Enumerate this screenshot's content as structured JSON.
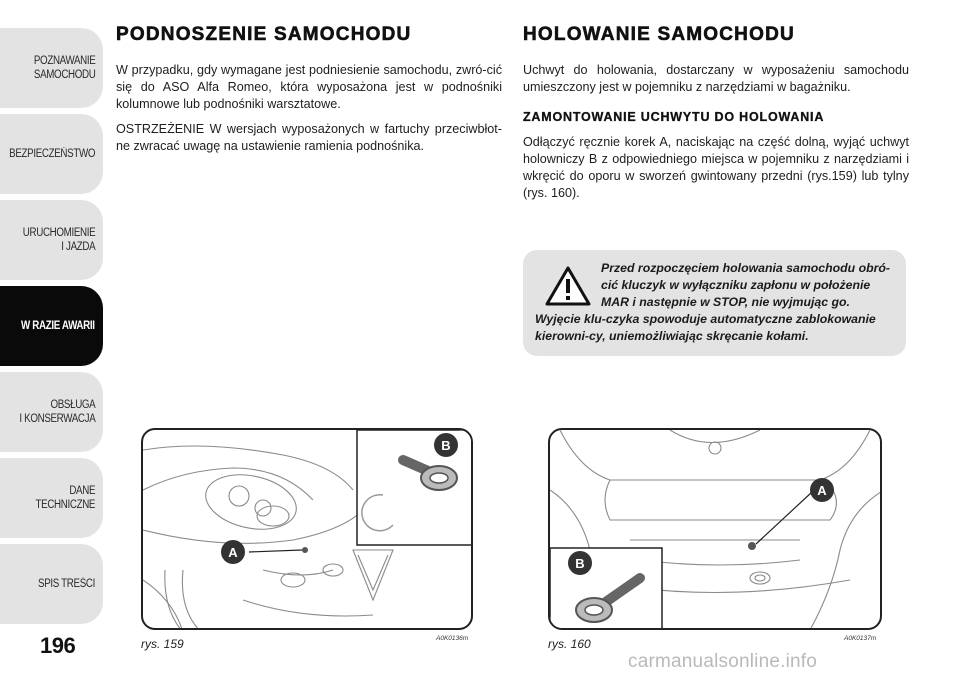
{
  "sidebar": {
    "tabs": [
      {
        "label": "POZNAWANIE\nSAMOCHODU",
        "active": false
      },
      {
        "label": "BEZPIECZEŃSTWO",
        "active": false
      },
      {
        "label": "URUCHOMIENIE\nI JAZDA",
        "active": false
      },
      {
        "label": "W RAZIE AWARII",
        "active": true
      },
      {
        "label": "OBSŁUGA\nI KONSERWACJA",
        "active": false
      },
      {
        "label": "DANE\nTECHNICZNE",
        "active": false
      },
      {
        "label": "SPIS TREŚCI",
        "active": false
      }
    ]
  },
  "page_number": "196",
  "left": {
    "title": "PODNOSZENIE SAMOCHODU",
    "p1": "W przypadku, gdy wymagane jest podniesienie samochodu, zwró-cić się do ASO Alfa Romeo, która wyposażona jest w podnośniki kolumnowe lub podnośniki warsztatowe.",
    "p2": "OSTRZEŻENIE W wersjach wyposażonych w fartuchy przeciwbłot-ne zwracać uwagę na ustawienie ramienia podnośnika."
  },
  "right": {
    "title": "HOLOWANIE SAMOCHODU",
    "p1": "Uchwyt do holowania, dostarczany w wyposażeniu samochodu umieszczony jest w pojemniku z narzędziami w bagażniku.",
    "subtitle": "ZAMONTOWANIE UCHWYTU DO HOLOWANIA",
    "p2": "Odłączyć ręcznie korek A, naciskając na część dolną, wyjąć uchwyt holowniczy B z odpowiedniego miejsca w pojemniku z narzędziami i wkręcić do oporu w sworzeń gwintowany przedni (rys.159) lub tylny (rys. 160).",
    "warning": "Przed rozpoczęciem holowania samochodu obró-cić kluczyk w wyłączniku zapłonu w położenie MAR i następnie w STOP, nie wyjmując go. Wyjęcie klu-czyka spowoduje automatyczne zablokowanie kierowni-cy, uniemożliwiając skręcanie kołami."
  },
  "figures": {
    "fig159": {
      "caption": "rys. 159",
      "code": "A0K0136m",
      "label_a": "A",
      "label_b": "B"
    },
    "fig160": {
      "caption": "rys. 160",
      "code": "A0K0137m",
      "label_a": "A",
      "label_b": "B"
    }
  },
  "watermark": "carmanualsonline.info",
  "icons": {
    "warning": "warning-triangle-icon"
  }
}
